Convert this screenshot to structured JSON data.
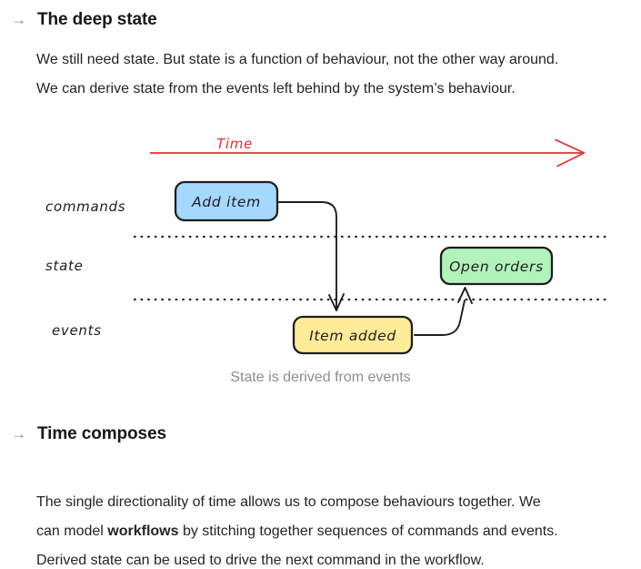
{
  "section_deep_state": {
    "marker": "→",
    "title": "The deep state",
    "paragraph": "We still need state. But state is a function of behaviour, not the other way around.\nWe can derive state from the events left behind by the system’s behaviour."
  },
  "diagram": {
    "time_label": "Time",
    "rows": {
      "commands": "commands",
      "state": "state",
      "events": "events"
    },
    "boxes": {
      "command": {
        "label": "Add item",
        "fill": "#a5d8ff"
      },
      "state": {
        "label": "Open orders",
        "fill": "#b2f2bb"
      },
      "event": {
        "label": "Item added",
        "fill": "#ffec99"
      }
    },
    "colors": {
      "time_arrow": "#e03131",
      "stroke": "#1e1e1e"
    },
    "caption": "State is derived from events"
  },
  "section_time_composes": {
    "marker": "→",
    "title": "Time composes",
    "paragraph_before": "The single directionality of time allows us to compose behaviours together. We\ncan model ",
    "paragraph_bold": "workflows",
    "paragraph_after": " by stitching together sequences of commands and events.\nDerived state can be used to drive the next command in the workflow."
  }
}
